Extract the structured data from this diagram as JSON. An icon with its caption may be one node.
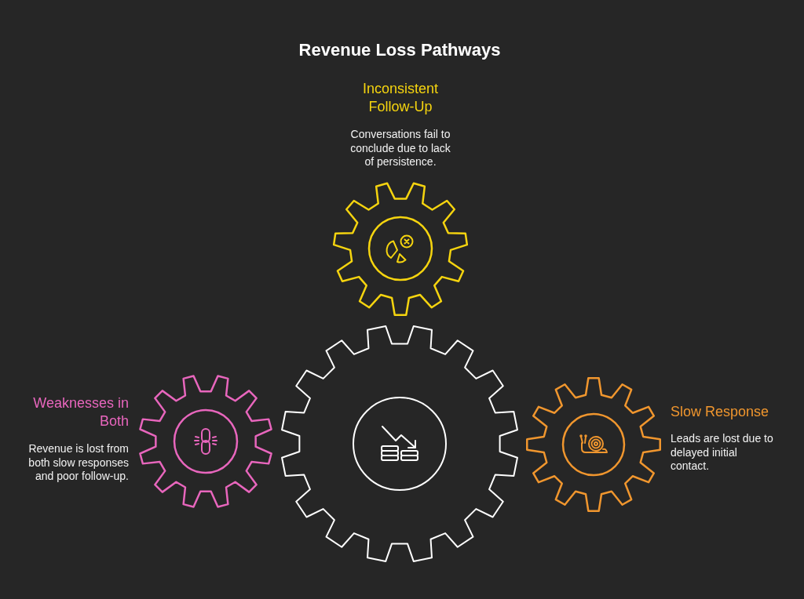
{
  "diagram": {
    "title": "Revenue Loss Pathways",
    "nodes": [
      {
        "text": [
          "Inconsistent Follow-Up",
          "Conversations fail to conclude due to lack of persistence."
        ]
      },
      {
        "text": [
          "Weaknesses in Both",
          "Revenue is lost from both slow responses and poor follow-up."
        ]
      },
      {
        "text": [],
        "shape": "gear"
      },
      {
        "text": [
          "Slow Response",
          "Leads are lost due to delayed initial contact."
        ]
      }
    ]
  }
}
